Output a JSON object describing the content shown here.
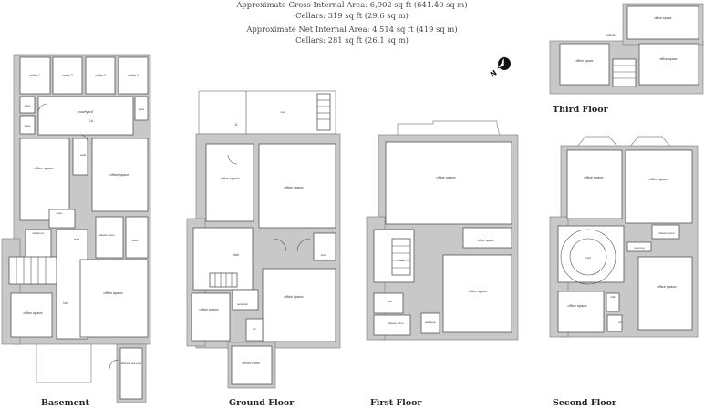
{
  "header": {
    "gross_area": "Approximate Gross Internal Area: 6,902 sq ft (641.40 sq m)",
    "gross_cellars": "Cellars: 319 sq ft (29.6 sq m)",
    "net_area": "Approximate Net Internal Area: 4,514 sq ft (419 sq m)",
    "net_cellars": "Cellars: 281 sq ft (26.1 sq m)"
  },
  "compass": {
    "icon": "north-compass-icon",
    "label": "N"
  },
  "floors": {
    "basement": {
      "title": "Basement",
      "rooms": {
        "cellar1": "cellar 1",
        "cellar2": "cellar 2",
        "cellar3": "cellar 3",
        "cellar4": "cellar 4",
        "store_a": "store",
        "store_b": "store",
        "store_c": "store",
        "courtyard": "courtyard",
        "entrance_mark": "1A",
        "office_left": "office space",
        "office_right": "office space",
        "vault": "vault",
        "store_d": "store",
        "bathroom": "bathroom",
        "hall": "hall",
        "shower_room": "shower room",
        "store_e": "store",
        "office_main": "office space",
        "office_small": "office space",
        "hall2": "hall",
        "kitchen": "kitchen/ tea prep"
      }
    },
    "ground": {
      "title": "Ground Floor",
      "rooms": {
        "void": "void",
        "entrance_mark": "11",
        "office_left": "office space",
        "office_right": "office space",
        "hall": "hall",
        "store": "store",
        "office_rear": "office space",
        "reception": "reception",
        "office_small": "office space",
        "wc": "wc",
        "server": "server room"
      }
    },
    "first": {
      "title": "First Floor",
      "rooms": {
        "office_front": "office space",
        "office_mid": "office space",
        "void": "void",
        "office_rear": "office space",
        "wc": "wc",
        "shower_room": "shower room",
        "tea_prep": "tea/ prep"
      }
    },
    "second": {
      "title": "Second Floor",
      "rooms": {
        "office_front_left": "office space",
        "office_front_right": "office space",
        "shower_room": "shower room",
        "tea_prep": "tea prep",
        "void": "void",
        "office_rear": "office space",
        "office_small": "office space",
        "hall": "hall",
        "wc": "wc"
      }
    },
    "third": {
      "title": "Third Floor",
      "rooms": {
        "office_top": "office space",
        "office_left": "office space",
        "office_right": "office space",
        "cupboard": "cupboard"
      }
    }
  },
  "colors": {
    "wall": "#c8c8c8",
    "wall_stroke": "#7a7a7a",
    "room_fill": "#ffffff",
    "text": "#333333"
  }
}
